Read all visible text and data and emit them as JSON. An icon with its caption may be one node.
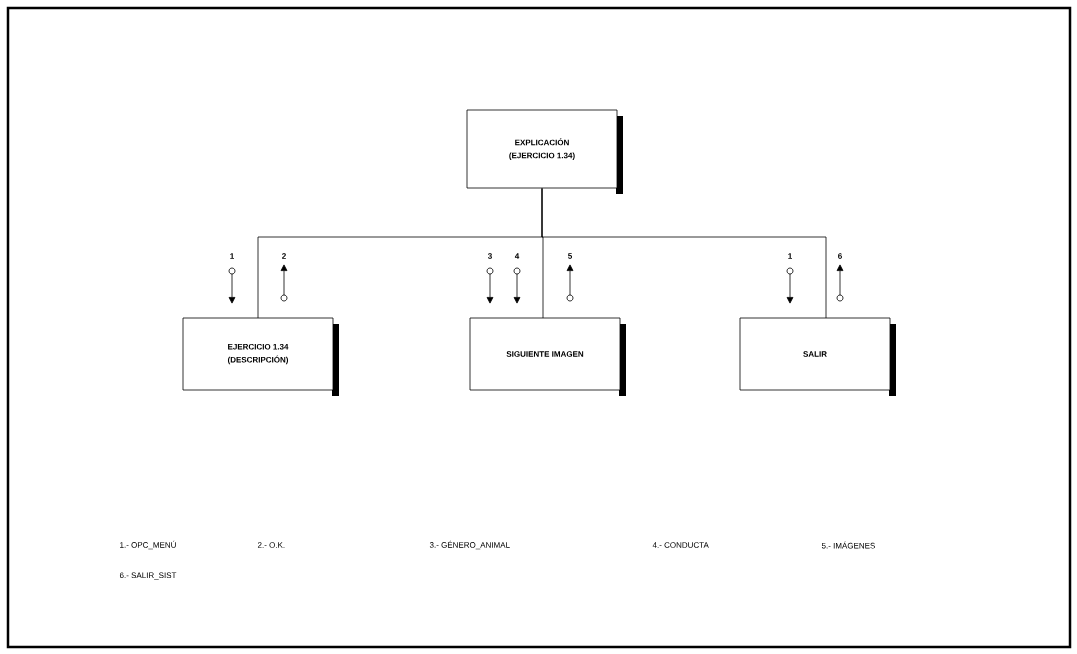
{
  "diagram": {
    "nodes": [
      {
        "text": [
          "EXPLICACIÓN",
          "(EJERCICIO 1.34)"
        ]
      },
      {
        "text": [
          "EJERCICIO 1.34",
          "(DESCRIPCIÓN)"
        ]
      },
      {
        "text": [
          "SIGUIENTE IMAGEN"
        ]
      },
      {
        "text": [
          "SALIR"
        ]
      }
    ],
    "edges": [
      {
        "from": 0,
        "to": 1,
        "arrow": "none"
      },
      {
        "from": 0,
        "to": 2,
        "arrow": "none"
      },
      {
        "from": 0,
        "to": 3,
        "arrow": "none"
      }
    ],
    "labels": [
      "1",
      "2",
      "3",
      "4",
      "5",
      "1",
      "6",
      "1.- OPC_MENÚ",
      "2.- O.K.",
      "3.- GÉNERO_ANIMAL",
      "4.- CONDUCTA",
      "5.- IMÁGENES",
      "6.- SALIR_SIST"
    ]
  }
}
